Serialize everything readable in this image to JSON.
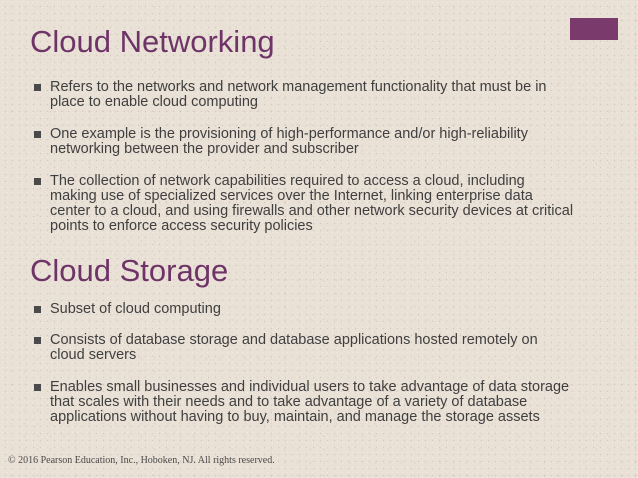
{
  "accent_color": "#7b3a6c",
  "title_color": "#6f3467",
  "sections": [
    {
      "title": "Cloud Networking",
      "bullets": [
        "Refers to the networks and network management functionality that must be in place to enable cloud computing",
        "One example is the provisioning of high-performance and/or high-reliability networking between the provider and subscriber",
        "The collection of network capabilities required to access a cloud, including making use of specialized services over the Internet, linking enterprise data center to a cloud, and using firewalls and other network security devices at critical points to enforce access security policies"
      ]
    },
    {
      "title": "Cloud Storage",
      "bullets": [
        "Subset of cloud computing",
        "Consists of database storage and database applications hosted remotely on cloud servers",
        "Enables small businesses and individual users to take advantage of data storage that scales with their needs and to take advantage of a variety of database applications without having to buy, maintain, and manage the storage assets"
      ]
    }
  ],
  "footer": "© 2016 Pearson Education, Inc., Hoboken, NJ. All rights reserved."
}
